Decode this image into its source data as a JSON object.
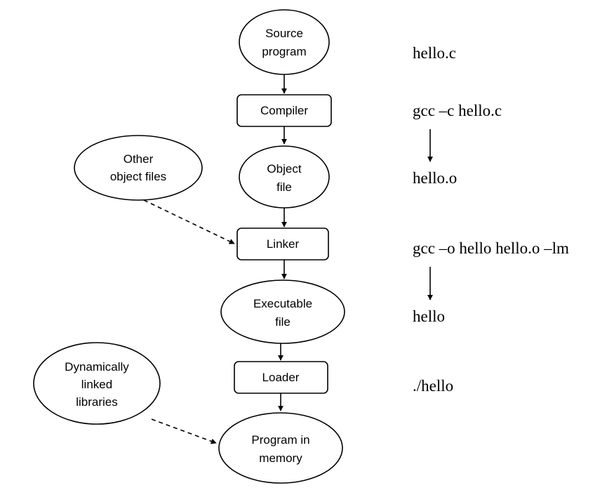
{
  "nodes": {
    "source_program": {
      "line1": "Source",
      "line2": "program"
    },
    "compiler": {
      "label": "Compiler"
    },
    "object_file": {
      "line1": "Object",
      "line2": "file"
    },
    "other_object_files": {
      "line1": "Other",
      "line2": "object files"
    },
    "linker": {
      "label": "Linker"
    },
    "executable_file": {
      "line1": "Executable",
      "line2": "file"
    },
    "loader": {
      "label": "Loader"
    },
    "dynamic_libraries": {
      "line1": "Dynamically",
      "line2": "linked",
      "line3": "libraries"
    },
    "program_in_memory": {
      "line1": "Program in",
      "line2": "memory"
    }
  },
  "commands": {
    "source": "hello.c",
    "compile": "gcc –c hello.c",
    "object": "hello.o",
    "link": "gcc –o hello hello.o –lm",
    "executable": "hello",
    "run": "./hello"
  }
}
